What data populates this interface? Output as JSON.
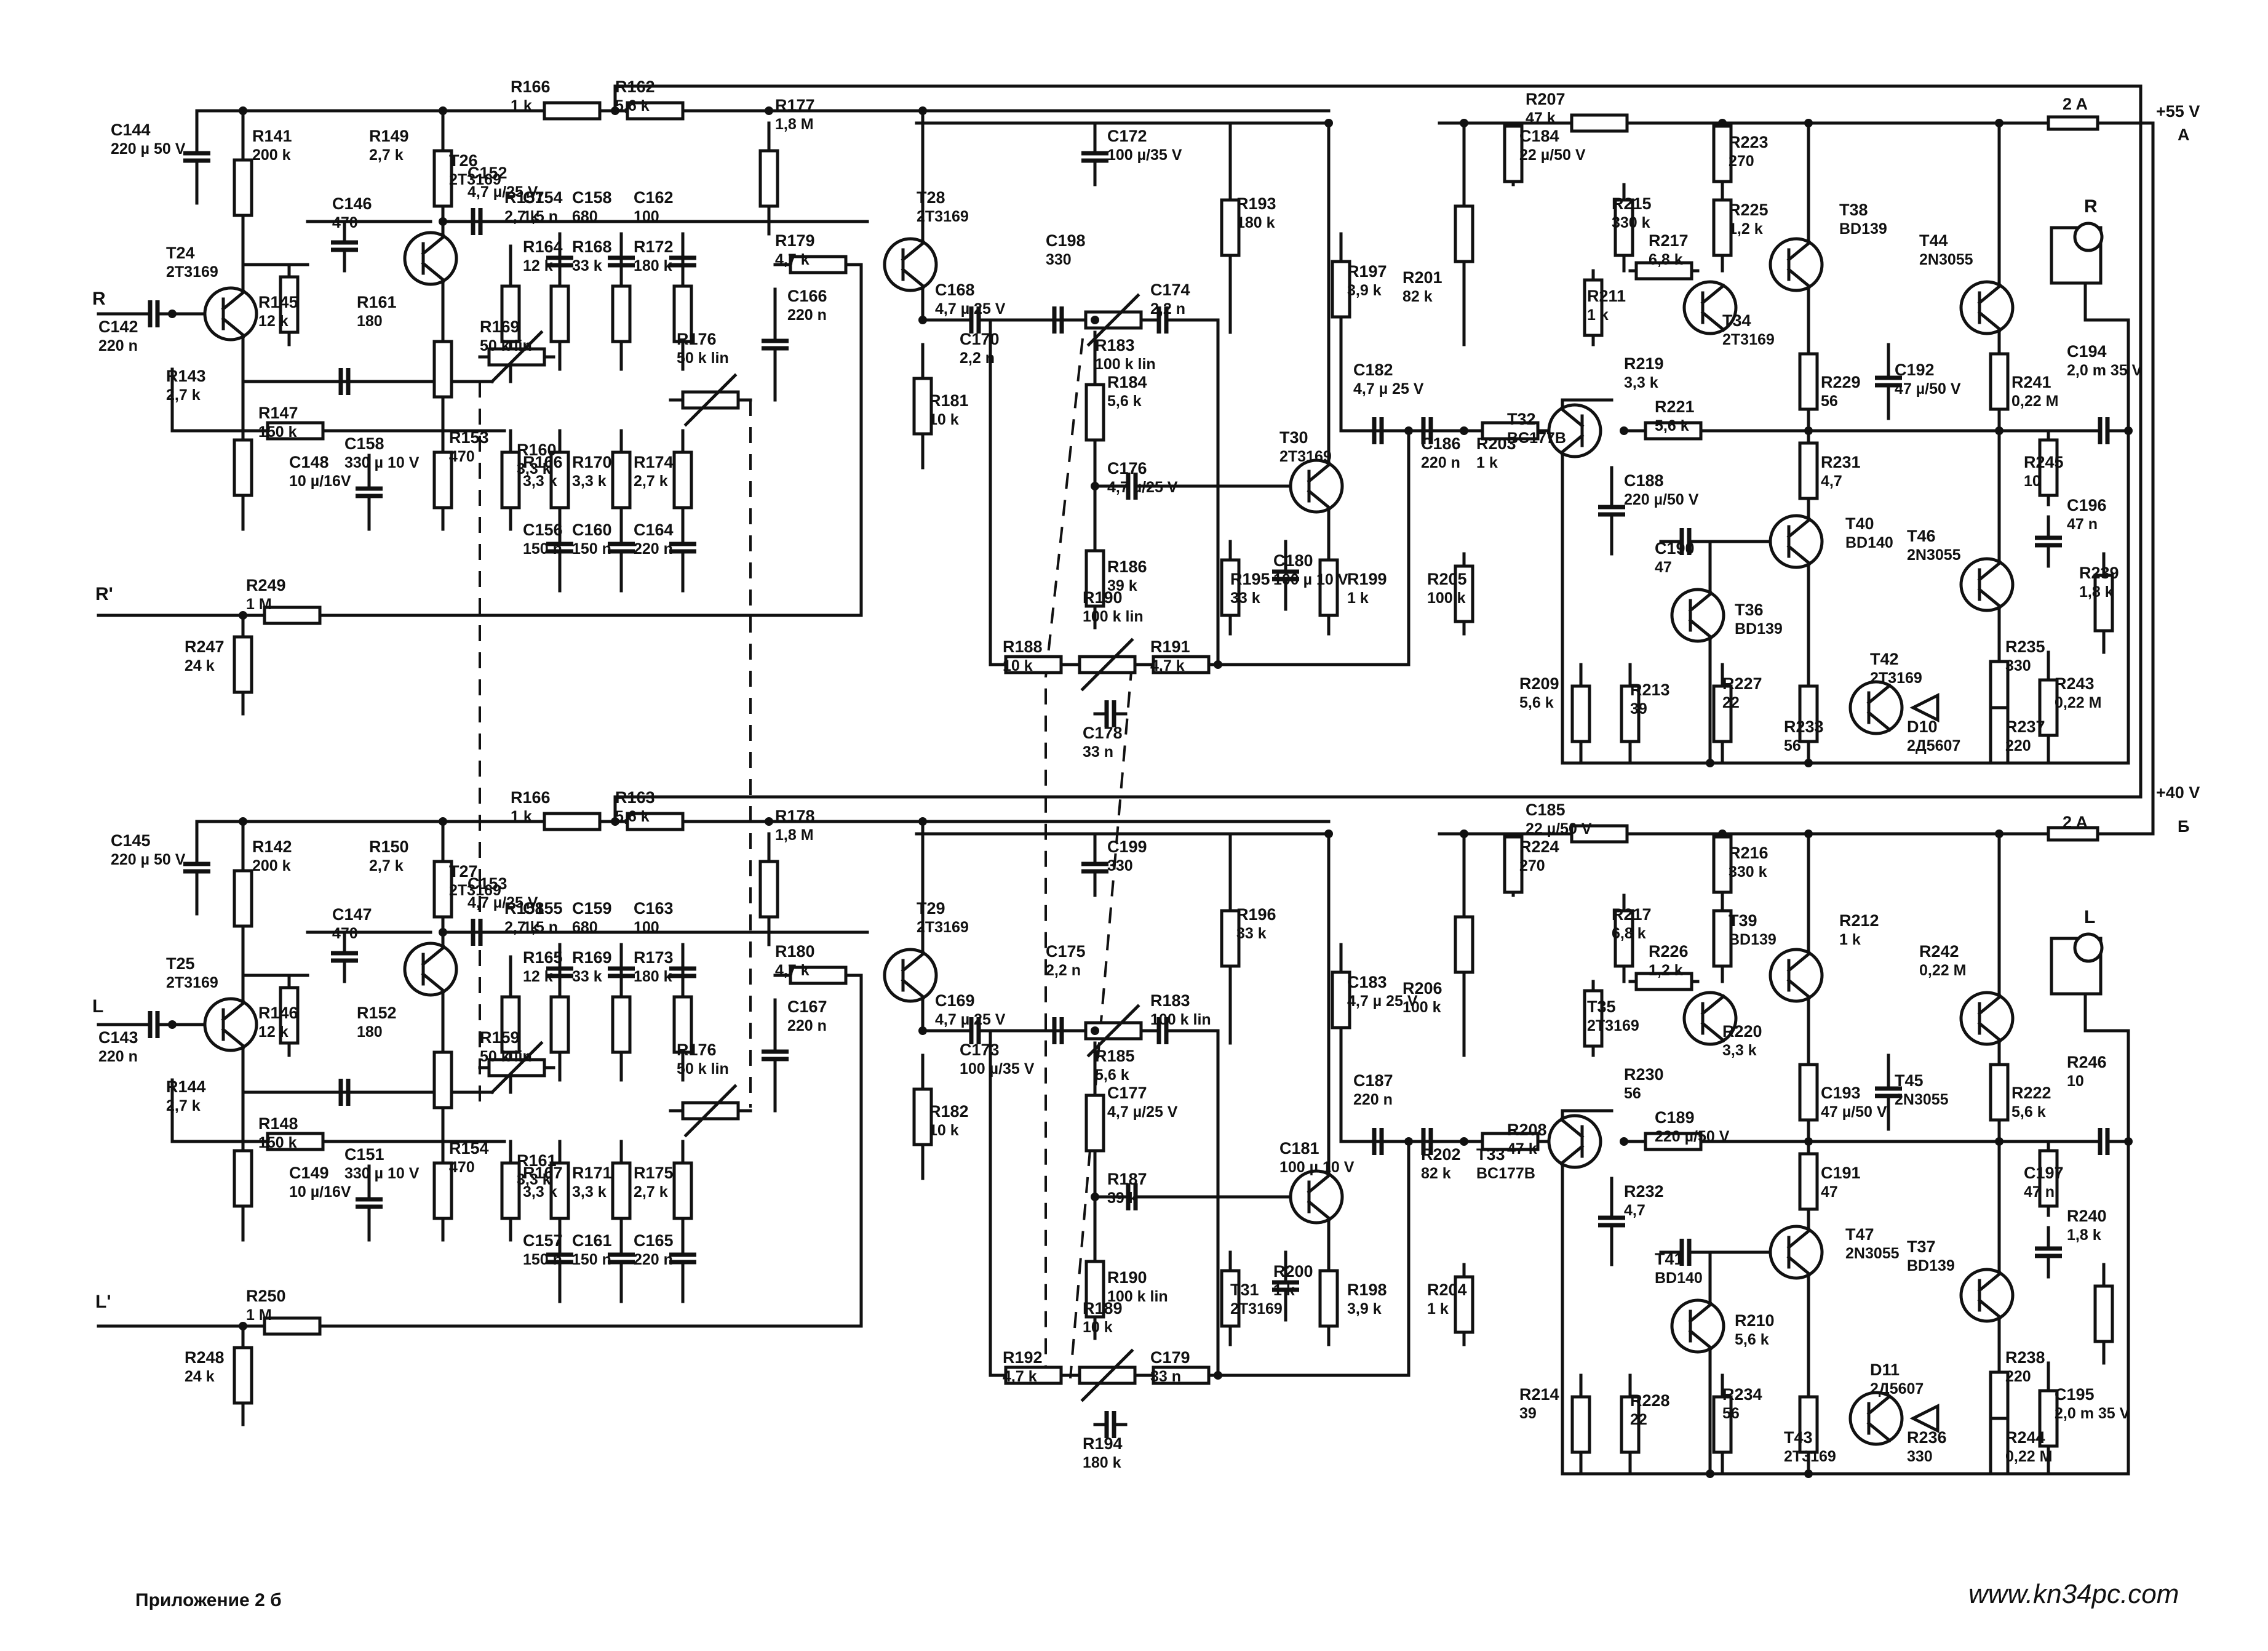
{
  "footer": {
    "caption": "Приложение 2 б",
    "url": "www.kn34pc.com"
  },
  "rails": {
    "plus55": "+55 V",
    "plus40": "+40 V",
    "node_a": "A",
    "node_b": "Б",
    "fuse_top": "2 A",
    "fuse_bottom": "2 A"
  },
  "connectors": {
    "in_r": "R",
    "in_l": "L",
    "out_r_prime": "R'",
    "out_l_prime": "L'",
    "spk_r": "R",
    "spk_l": "L"
  },
  "upper_channel": [
    {
      "ref": "R166",
      "val": "1 k"
    },
    {
      "ref": "R162",
      "val": "5,6 k"
    },
    {
      "ref": "C144",
      "val": "220 µ 50 V"
    },
    {
      "ref": "R141",
      "val": "200 k"
    },
    {
      "ref": "T24",
      "val": "2T3169"
    },
    {
      "ref": "C142",
      "val": "220 n"
    },
    {
      "ref": "R145",
      "val": "12 k"
    },
    {
      "ref": "R143",
      "val": "2,7 k"
    },
    {
      "ref": "R147",
      "val": "150 k"
    },
    {
      "ref": "C148",
      "val": "10 µ/16V"
    },
    {
      "ref": "R149",
      "val": "2,7 k"
    },
    {
      "ref": "C146",
      "val": "470"
    },
    {
      "ref": "T26",
      "val": "2T3169"
    },
    {
      "ref": "R161",
      "val": "180"
    },
    {
      "ref": "C158",
      "val": "330 µ 10 V"
    },
    {
      "ref": "R153",
      "val": "470"
    },
    {
      "ref": "C152",
      "val": "4,7 µ/25 V"
    },
    {
      "ref": "R157",
      "val": "2,7 k"
    },
    {
      "ref": "R169",
      "val": "50 k lin"
    },
    {
      "ref": "R160",
      "val": "3,3 k"
    },
    {
      "ref": "C154",
      "val": "1,5 n"
    },
    {
      "ref": "R164",
      "val": "12 k"
    },
    {
      "ref": "R166",
      "val": "3,3 k"
    },
    {
      "ref": "C156",
      "val": "150 n"
    },
    {
      "ref": "C158",
      "val": "680"
    },
    {
      "ref": "R168",
      "val": "33 k"
    },
    {
      "ref": "R170",
      "val": "3,3 k"
    },
    {
      "ref": "C160",
      "val": "150 n"
    },
    {
      "ref": "C162",
      "val": "100"
    },
    {
      "ref": "R172",
      "val": "180 k"
    },
    {
      "ref": "R174",
      "val": "2,7 k"
    },
    {
      "ref": "C164",
      "val": "220 n"
    },
    {
      "ref": "R176",
      "val": "50 k lin"
    },
    {
      "ref": "R177",
      "val": "1,8 M"
    },
    {
      "ref": "R179",
      "val": "4,7 k"
    },
    {
      "ref": "C166",
      "val": "220 n"
    },
    {
      "ref": "R249",
      "val": "1 M"
    },
    {
      "ref": "R247",
      "val": "24 k"
    },
    {
      "ref": "T28",
      "val": "2T3169"
    },
    {
      "ref": "C168",
      "val": "4,7 µ 25 V"
    },
    {
      "ref": "R181",
      "val": "10 k"
    },
    {
      "ref": "C170",
      "val": "2,2 n"
    },
    {
      "ref": "C172",
      "val": "100 µ/35 V"
    },
    {
      "ref": "C198",
      "val": "330"
    },
    {
      "ref": "C174",
      "val": "2,2 n"
    },
    {
      "ref": "R183",
      "val": "100 k lin"
    },
    {
      "ref": "R184",
      "val": "5,6 k"
    },
    {
      "ref": "C176",
      "val": "4,7 µ/25 V"
    },
    {
      "ref": "R186",
      "val": "39 k"
    },
    {
      "ref": "R190",
      "val": "100 k lin"
    },
    {
      "ref": "R188",
      "val": "10 k"
    },
    {
      "ref": "R191",
      "val": "4,7 k"
    },
    {
      "ref": "C178",
      "val": "33 n"
    },
    {
      "ref": "R193",
      "val": "180 k"
    },
    {
      "ref": "R195",
      "val": "33 k"
    },
    {
      "ref": "T30",
      "val": "2T3169"
    },
    {
      "ref": "C180",
      "val": "100 µ 10 V"
    },
    {
      "ref": "R199",
      "val": "1 k"
    },
    {
      "ref": "R197",
      "val": "3,9 k"
    },
    {
      "ref": "C182",
      "val": "4,7 µ 25 V"
    },
    {
      "ref": "C186",
      "val": "220 n"
    },
    {
      "ref": "R201",
      "val": "82 k"
    },
    {
      "ref": "R205",
      "val": "100 k"
    },
    {
      "ref": "R203",
      "val": "1 k"
    },
    {
      "ref": "T32",
      "val": "BC177B"
    },
    {
      "ref": "R207",
      "val": "47 k"
    },
    {
      "ref": "C184",
      "val": "22 µ/50 V"
    },
    {
      "ref": "R223",
      "val": "270"
    },
    {
      "ref": "R215",
      "val": "330 k"
    },
    {
      "ref": "R217",
      "val": "6,8 k"
    },
    {
      "ref": "R225",
      "val": "1,2 k"
    },
    {
      "ref": "T38",
      "val": "BD139"
    },
    {
      "ref": "R211",
      "val": "1 k"
    },
    {
      "ref": "T34",
      "val": "2T3169"
    },
    {
      "ref": "R219",
      "val": "3,3 k"
    },
    {
      "ref": "R229",
      "val": "56"
    },
    {
      "ref": "C192",
      "val": "47 µ/50 V"
    },
    {
      "ref": "T44",
      "val": "2N3055"
    },
    {
      "ref": "R241",
      "val": "0,22 M"
    },
    {
      "ref": "R221",
      "val": "5,6 k"
    },
    {
      "ref": "C188",
      "val": "220 µ/50 V"
    },
    {
      "ref": "R231",
      "val": "4,7"
    },
    {
      "ref": "C190",
      "val": "47"
    },
    {
      "ref": "T40",
      "val": "BD140"
    },
    {
      "ref": "T46",
      "val": "2N3055"
    },
    {
      "ref": "T36",
      "val": "BD139"
    },
    {
      "ref": "R209",
      "val": "5,6 k"
    },
    {
      "ref": "R213",
      "val": "39"
    },
    {
      "ref": "R227",
      "val": "22"
    },
    {
      "ref": "R233",
      "val": "56"
    },
    {
      "ref": "T42",
      "val": "2T3169"
    },
    {
      "ref": "D10",
      "val": "2Д5607"
    },
    {
      "ref": "R235",
      "val": "330"
    },
    {
      "ref": "R237",
      "val": "220"
    },
    {
      "ref": "R243",
      "val": "0,22 M"
    },
    {
      "ref": "C194",
      "val": "2,0 m 35 V"
    },
    {
      "ref": "R245",
      "val": "10"
    },
    {
      "ref": "C196",
      "val": "47 n"
    },
    {
      "ref": "R239",
      "val": "1,8 k"
    }
  ],
  "lower_channel": [
    {
      "ref": "R166",
      "val": "1 k"
    },
    {
      "ref": "R163",
      "val": "5,6 k"
    },
    {
      "ref": "C145",
      "val": "220 µ 50 V"
    },
    {
      "ref": "R142",
      "val": "200 k"
    },
    {
      "ref": "T25",
      "val": "2T3169"
    },
    {
      "ref": "C143",
      "val": "220 n"
    },
    {
      "ref": "R146",
      "val": "12 k"
    },
    {
      "ref": "R144",
      "val": "2,7 k"
    },
    {
      "ref": "R148",
      "val": "150 k"
    },
    {
      "ref": "C149",
      "val": "10 µ/16V"
    },
    {
      "ref": "R150",
      "val": "2,7 k"
    },
    {
      "ref": "C147",
      "val": "470"
    },
    {
      "ref": "T27",
      "val": "2T3169"
    },
    {
      "ref": "R152",
      "val": "180"
    },
    {
      "ref": "C151",
      "val": "330 µ 10 V"
    },
    {
      "ref": "R154",
      "val": "470"
    },
    {
      "ref": "C153",
      "val": "4,7 µ/25 V"
    },
    {
      "ref": "R158",
      "val": "2,7 k"
    },
    {
      "ref": "R159",
      "val": "50 k lin"
    },
    {
      "ref": "R161",
      "val": "3,3 k"
    },
    {
      "ref": "C155",
      "val": "1,5 n"
    },
    {
      "ref": "R165",
      "val": "12 k"
    },
    {
      "ref": "R167",
      "val": "3,3 k"
    },
    {
      "ref": "C157",
      "val": "150 n"
    },
    {
      "ref": "C159",
      "val": "680"
    },
    {
      "ref": "R169",
      "val": "33 k"
    },
    {
      "ref": "R171",
      "val": "3,3 k"
    },
    {
      "ref": "C161",
      "val": "150 n"
    },
    {
      "ref": "C163",
      "val": "100"
    },
    {
      "ref": "R173",
      "val": "180 k"
    },
    {
      "ref": "R175",
      "val": "2,7 k"
    },
    {
      "ref": "C165",
      "val": "220 n"
    },
    {
      "ref": "R176",
      "val": "50 k lin"
    },
    {
      "ref": "R178",
      "val": "1,8 M"
    },
    {
      "ref": "R180",
      "val": "4,7 k"
    },
    {
      "ref": "C167",
      "val": "220 n"
    },
    {
      "ref": "R250",
      "val": "1 M"
    },
    {
      "ref": "R248",
      "val": "24 k"
    },
    {
      "ref": "T29",
      "val": "2T3169"
    },
    {
      "ref": "C169",
      "val": "4,7 µ 25 V"
    },
    {
      "ref": "R182",
      "val": "10 k"
    },
    {
      "ref": "C173",
      "val": "100 µ/35 V"
    },
    {
      "ref": "C199",
      "val": "330"
    },
    {
      "ref": "C175",
      "val": "2,2 n"
    },
    {
      "ref": "R183",
      "val": "100 k lin"
    },
    {
      "ref": "R185",
      "val": "5,6 k"
    },
    {
      "ref": "C177",
      "val": "4,7 µ/25 V"
    },
    {
      "ref": "R187",
      "val": "39 k"
    },
    {
      "ref": "R190",
      "val": "100 k lin"
    },
    {
      "ref": "R189",
      "val": "10 k"
    },
    {
      "ref": "R192",
      "val": "4,7 k"
    },
    {
      "ref": "C179",
      "val": "33 n"
    },
    {
      "ref": "R194",
      "val": "180 k"
    },
    {
      "ref": "R196",
      "val": "33 k"
    },
    {
      "ref": "T31",
      "val": "2T3169"
    },
    {
      "ref": "C181",
      "val": "100 µ 10 V"
    },
    {
      "ref": "R200",
      "val": "1 k"
    },
    {
      "ref": "R198",
      "val": "3,9 k"
    },
    {
      "ref": "C183",
      "val": "4,7 µ 25 V"
    },
    {
      "ref": "C187",
      "val": "220 n"
    },
    {
      "ref": "R202",
      "val": "82 k"
    },
    {
      "ref": "R206",
      "val": "100 k"
    },
    {
      "ref": "R204",
      "val": "1 k"
    },
    {
      "ref": "T33",
      "val": "BC177B"
    },
    {
      "ref": "R208",
      "val": "47 k"
    },
    {
      "ref": "C185",
      "val": "22 µ/50 V"
    },
    {
      "ref": "R224",
      "val": "270"
    },
    {
      "ref": "R216",
      "val": "330 k"
    },
    {
      "ref": "R217",
      "val": "6,8 k"
    },
    {
      "ref": "R226",
      "val": "1,2 k"
    },
    {
      "ref": "T39",
      "val": "BD139"
    },
    {
      "ref": "R212",
      "val": "1 k"
    },
    {
      "ref": "T35",
      "val": "2T3169"
    },
    {
      "ref": "R220",
      "val": "3,3 k"
    },
    {
      "ref": "R230",
      "val": "56"
    },
    {
      "ref": "C193",
      "val": "47 µ/50 V"
    },
    {
      "ref": "T45",
      "val": "2N3055"
    },
    {
      "ref": "R242",
      "val": "0,22 M"
    },
    {
      "ref": "R222",
      "val": "5,6 k"
    },
    {
      "ref": "C189",
      "val": "220 µ/50 V"
    },
    {
      "ref": "R232",
      "val": "4,7"
    },
    {
      "ref": "C191",
      "val": "47"
    },
    {
      "ref": "T41",
      "val": "BD140"
    },
    {
      "ref": "T47",
      "val": "2N3055"
    },
    {
      "ref": "T37",
      "val": "BD139"
    },
    {
      "ref": "R210",
      "val": "5,6 k"
    },
    {
      "ref": "R214",
      "val": "39"
    },
    {
      "ref": "R228",
      "val": "22"
    },
    {
      "ref": "R234",
      "val": "56"
    },
    {
      "ref": "T43",
      "val": "2T3169"
    },
    {
      "ref": "D11",
      "val": "2Д5607"
    },
    {
      "ref": "R236",
      "val": "330"
    },
    {
      "ref": "R238",
      "val": "220"
    },
    {
      "ref": "R244",
      "val": "0,22 M"
    },
    {
      "ref": "C195",
      "val": "2,0 m 35 V"
    },
    {
      "ref": "R246",
      "val": "10"
    },
    {
      "ref": "C197",
      "val": "47 n"
    },
    {
      "ref": "R240",
      "val": "1,8 k"
    }
  ]
}
